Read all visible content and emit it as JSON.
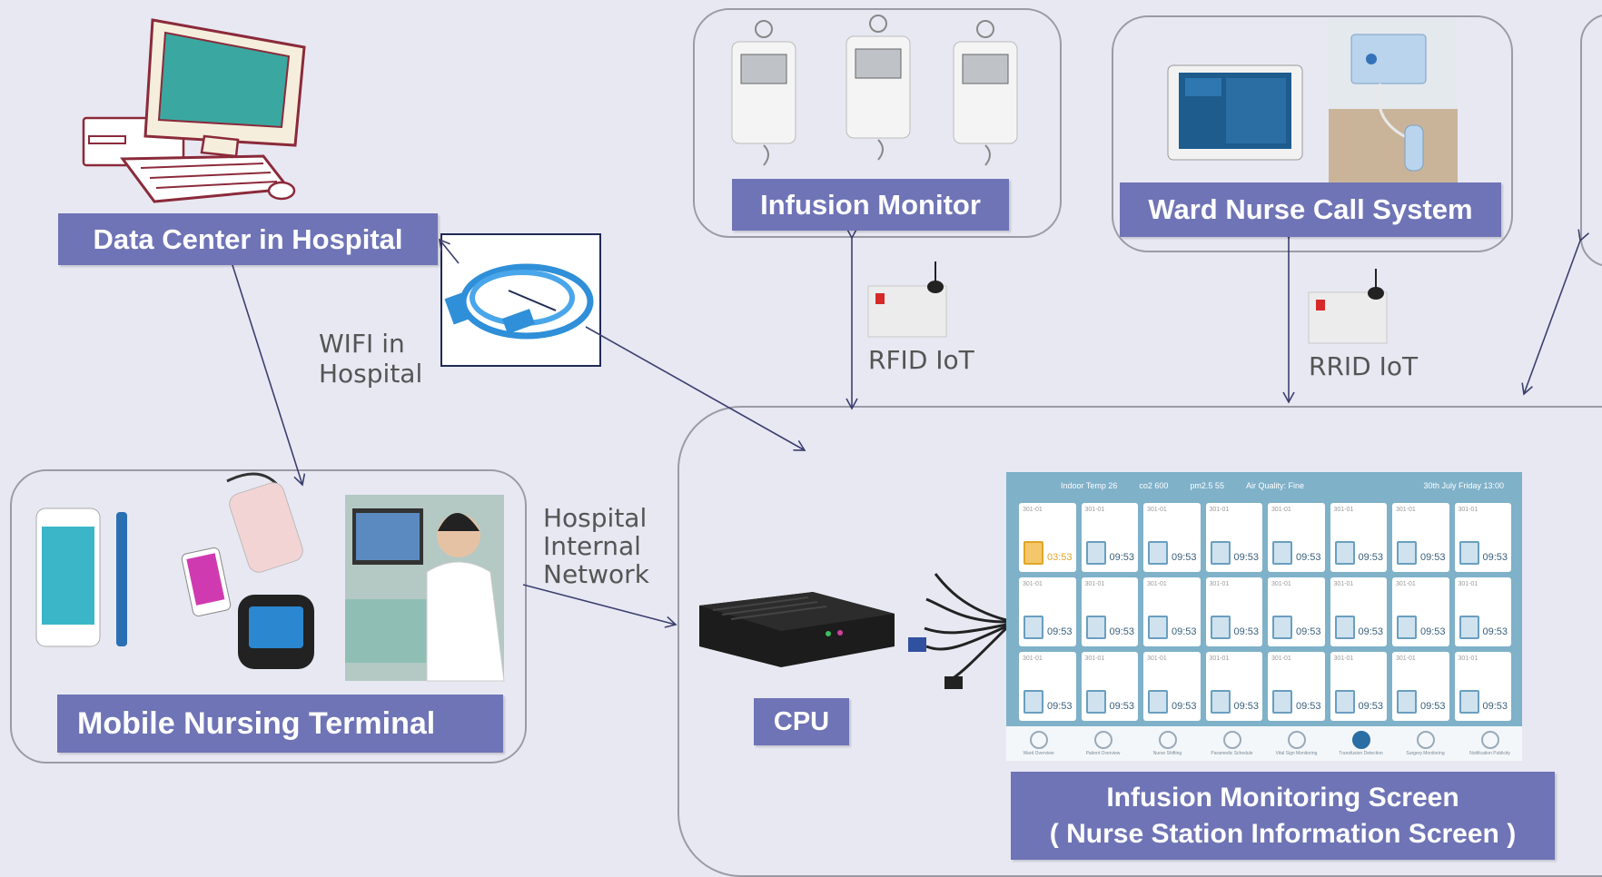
{
  "nodes": {
    "data_center": "Data Center in Hospital",
    "infusion_monitor": "Infusion Monitor",
    "nurse_call": "Ward Nurse Call System",
    "mobile_terminal": "Mobile Nursing Terminal",
    "cpu": "CPU",
    "screen_line1": "Infusion Monitoring Screen",
    "screen_line2": "( Nurse Station Information Screen )"
  },
  "edge_labels": {
    "wifi_1": "WIFI in",
    "wifi_2": "Hospital",
    "rfid": "RFID IoT",
    "rrid": "RRID IoT",
    "net_1": "Hospital",
    "net_2": "Internal",
    "net_3": "Network"
  },
  "screen": {
    "header": {
      "temp": "Indoor Temp 26",
      "co2": "co2 600",
      "pm": "pm2.5 55",
      "air": "Air Quality: Fine",
      "date": "30th July Friday 13:00"
    },
    "cell_room": "301-01",
    "cell_time": "09:53",
    "alert_time": "03:53",
    "tabs": [
      "Ward Overview",
      "Patient Overview",
      "Nurse Shifting",
      "Paramedic Schedule",
      "Vital Sign Monitoring",
      "Transfusion Detection",
      "Surgery Monitoring",
      "Notification Publicity"
    ]
  },
  "colors": {
    "label_bg": "#6f74b6",
    "background": "#e8e8f3",
    "panel_border": "#9a9ba5",
    "arrow": "#3b3f6e"
  }
}
